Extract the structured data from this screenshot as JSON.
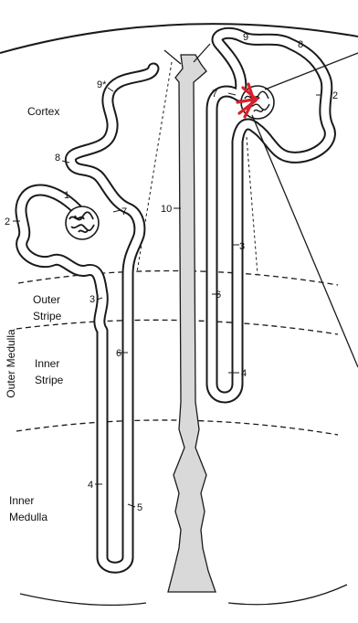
{
  "regions": {
    "cortex": "Cortex",
    "outer_stripe_1": "Outer",
    "outer_stripe_2": "Stripe",
    "inner_stripe_1": "Inner",
    "inner_stripe_2": "Stripe",
    "outer_medulla": "Outer Medulla",
    "inner_medulla_1": "Inner",
    "inner_medulla_2": "Medulla"
  },
  "numbers": {
    "n1": "1",
    "n2a": "2",
    "n2b": "2",
    "n3a": "3",
    "n3b": "3",
    "n4a": "4",
    "n4b": "4",
    "n5": "5",
    "n6a": "6",
    "n6b": "6",
    "n7a": "7",
    "n7b": "7",
    "n8a": "8",
    "n8b": "8",
    "n9a": "9",
    "n9b": "9*",
    "n10": "10"
  },
  "colors": {
    "line": "#1a1a1a",
    "tubule_fill": "#ffffff",
    "duct_fill": "#d9d9d9",
    "glomerulus_highlight": "#d9202a"
  }
}
